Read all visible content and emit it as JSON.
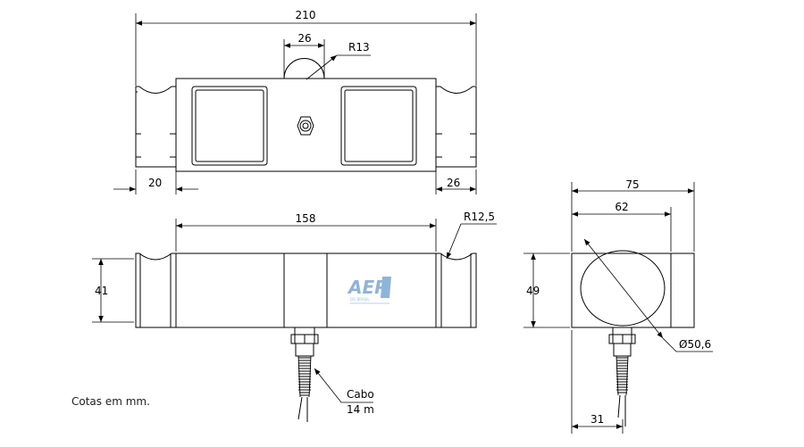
{
  "dimensions": {
    "top_total": "210",
    "top_boss": "26",
    "top_radius": "R13",
    "top_left_end": "20",
    "top_right_end": "26",
    "front_length": "158",
    "front_radius": "R12,5",
    "front_height": "41",
    "side_width": "75",
    "side_inner": "62",
    "side_height": "49",
    "side_diameter": "Ø50,6",
    "side_offset": "31"
  },
  "cable": {
    "label": "Cabo",
    "length": "14 m"
  },
  "note": "Cotas em mm.",
  "watermark": {
    "main": "AEP",
    "sub": "DO BRASIL"
  }
}
